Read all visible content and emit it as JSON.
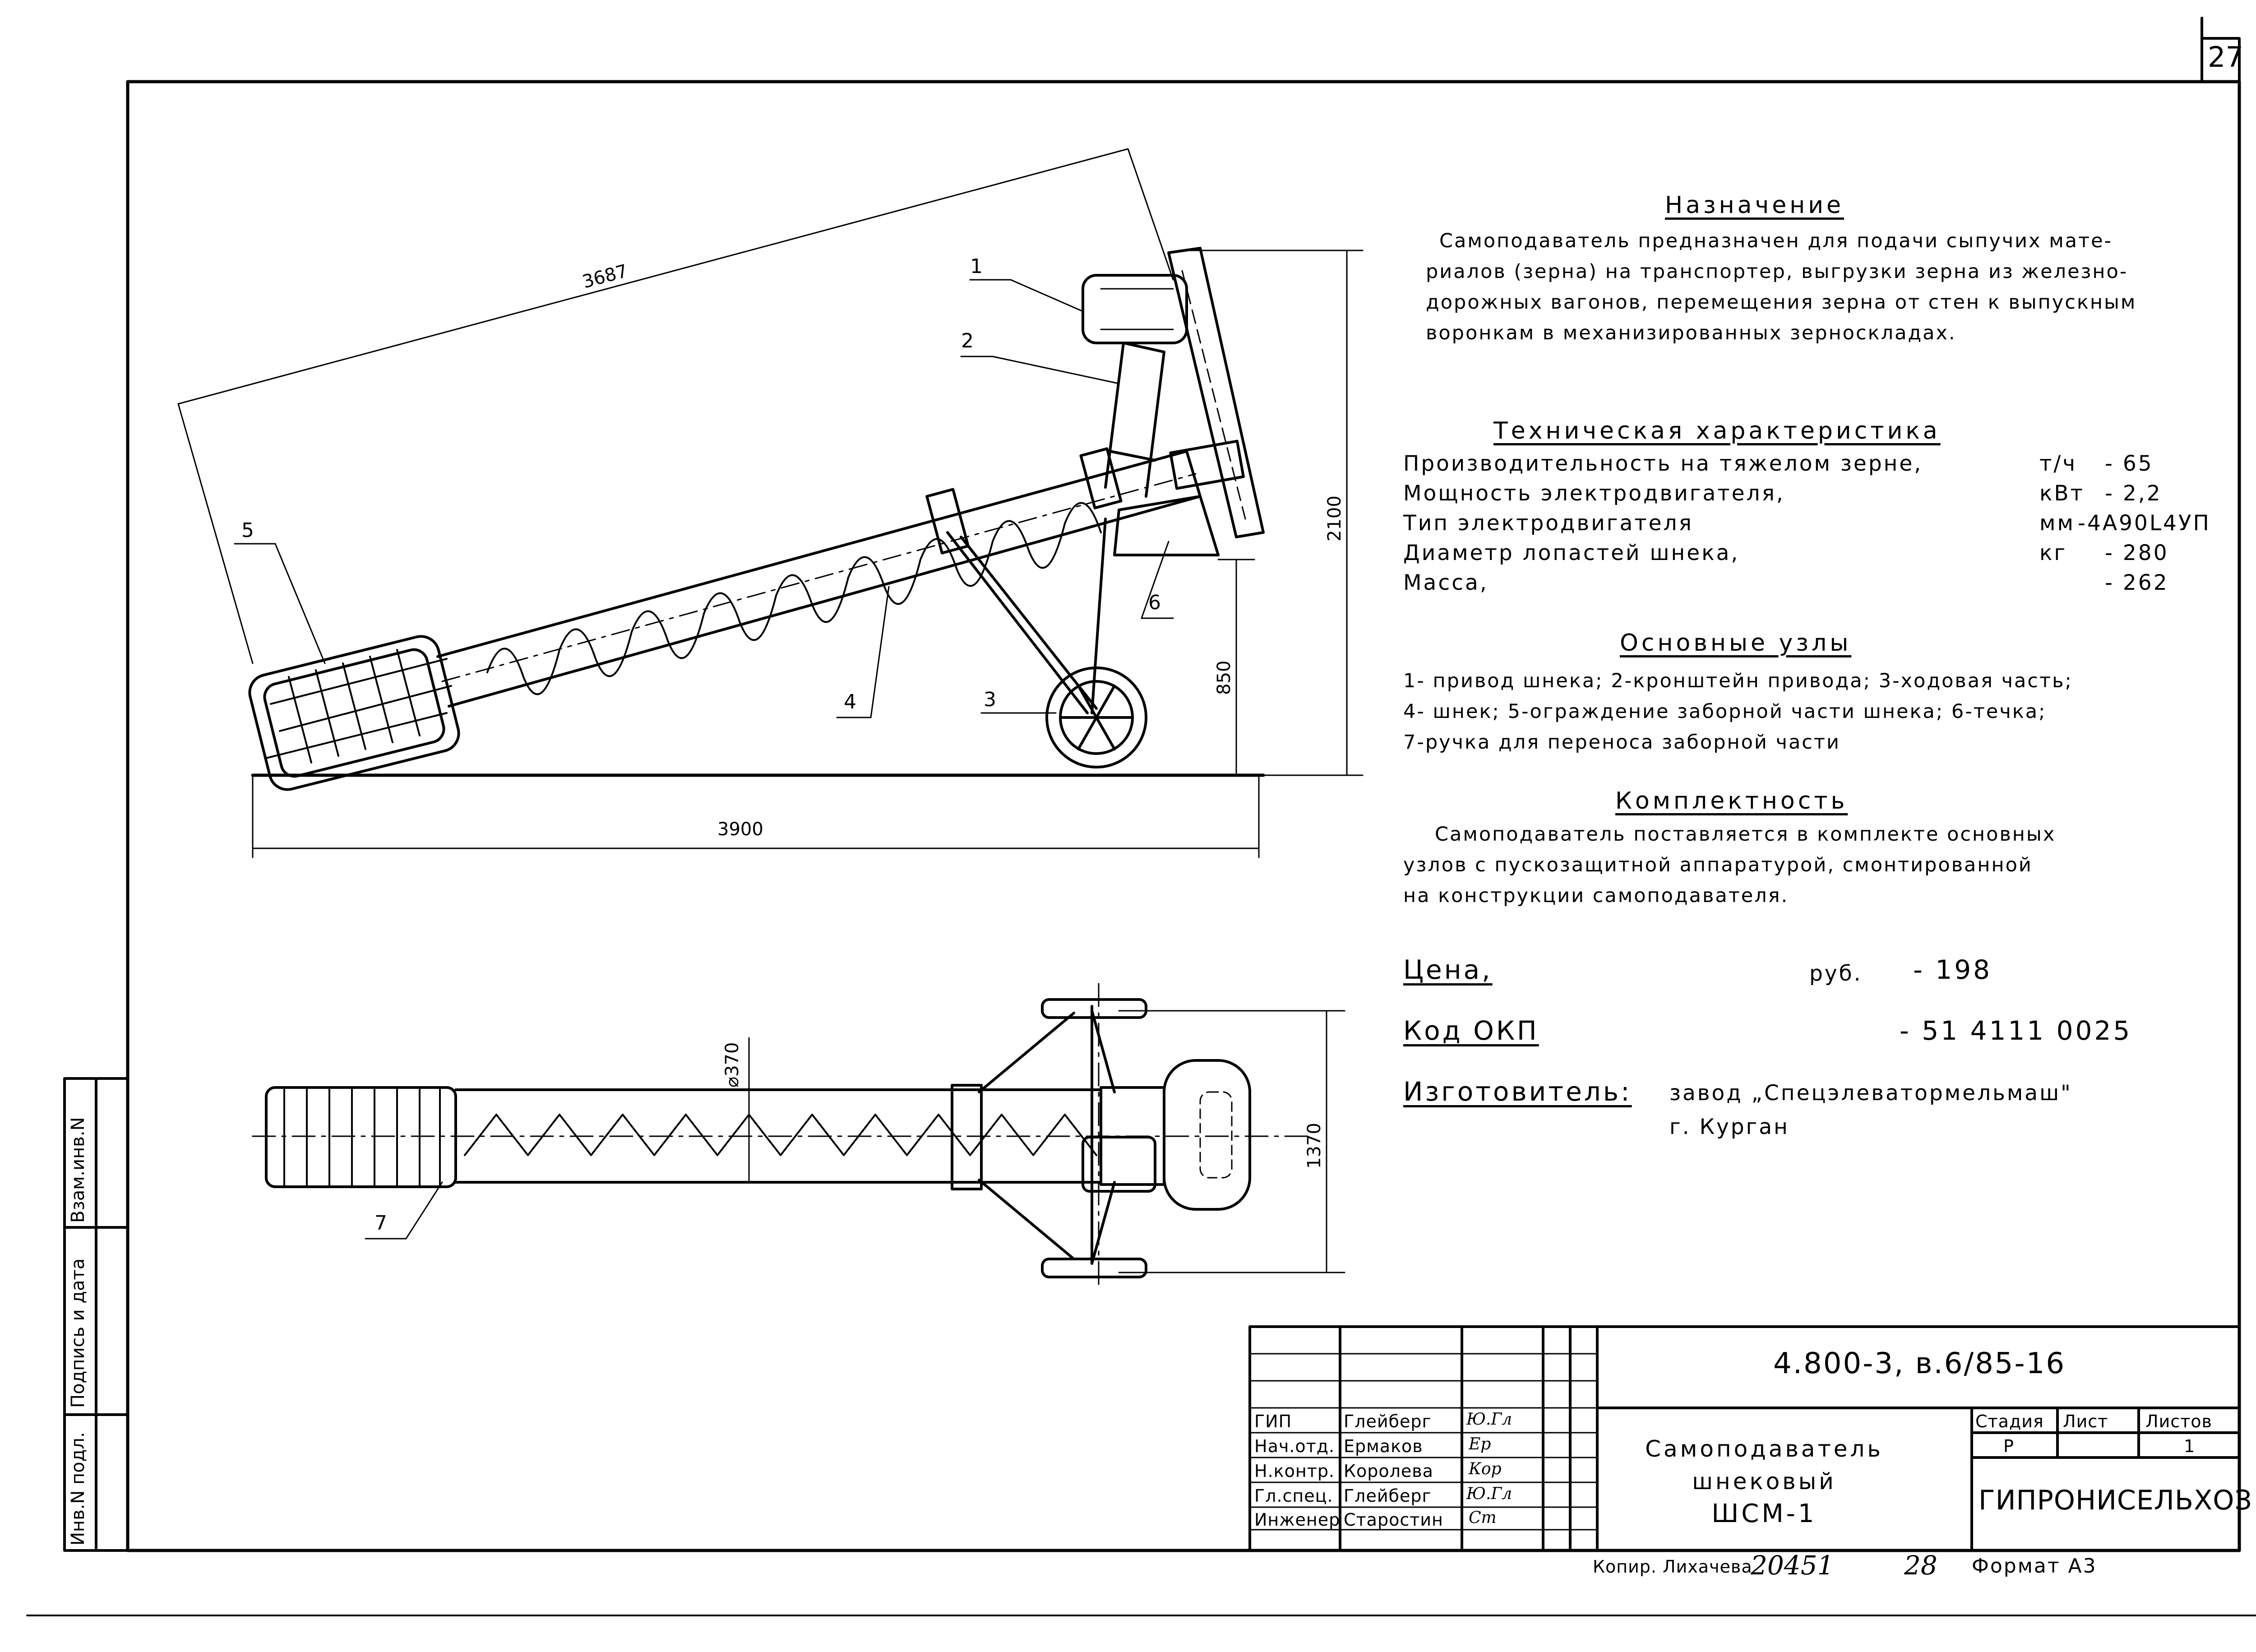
{
  "page_number": "27",
  "purpose": {
    "title": "Назначение",
    "lines": [
      "Самоподаватель предназначен для подачи сыпучих мате-",
      "риалов (зерна) на транспортер, выгрузки зерна из железно-",
      "дорожных вагонов, перемещения зерна от стен к выпускным",
      "воронкам в механизированных зерноскладах."
    ]
  },
  "specs": {
    "title": "Техническая характеристика",
    "rows": [
      {
        "label": "Производительность на тяжелом зерне,",
        "unit": "т/ч",
        "value": "- 65"
      },
      {
        "label": "Мощность электродвигателя,",
        "unit": "кВт",
        "value": "- 2,2"
      },
      {
        "label": "Тип электродвигателя",
        "unit": "",
        "value": "-4А90L4УП"
      },
      {
        "label": "Диаметр лопастей шнека,",
        "unit": "мм",
        "value": "- 280"
      },
      {
        "label": "Масса,",
        "unit": "кг",
        "value": "- 262"
      }
    ]
  },
  "units": {
    "title": "Основные узлы",
    "lines": [
      "1- привод шнека; 2-кронштейн привода; 3-ходовая часть;",
      "4- шнек; 5-ограждение заборной части шнека; 6-течка;",
      "7-ручка для переноса заборной части"
    ]
  },
  "completeness": {
    "title": "Комплектность",
    "lines": [
      "Самоподаватель поставляется в комплекте основных",
      "узлов с пускозащитной аппаратурой, смонтированной",
      "на конструкции самоподавателя."
    ]
  },
  "price": {
    "label": "Цена,",
    "unit": "руб.",
    "value": "- 198"
  },
  "okp": {
    "label": "Код ОКП",
    "value": "- 51 4111 0025"
  },
  "maker": {
    "label": "Изготовитель:",
    "line1": "завод „Спецэлеватормельмаш\"",
    "line2": "г. Курган"
  },
  "side_view": {
    "dims": {
      "length": "3687",
      "height": "2100",
      "wheel_height": "850",
      "base": "3900"
    },
    "callouts": [
      "1",
      "2",
      "3",
      "4",
      "5",
      "6"
    ]
  },
  "top_view": {
    "dims": {
      "diameter": "⌀370",
      "width": "1370"
    },
    "callouts": [
      "7"
    ]
  },
  "left_strip": {
    "cells": [
      "Инв.N подл.",
      "Подпись и дата",
      "Взам.инв.N"
    ]
  },
  "title_block": {
    "doc_code": "4.800-3, в.6/85-16",
    "product_name": [
      "Самоподаватель",
      "шнековый",
      "ШСМ-1"
    ],
    "staff": [
      {
        "role": "ГИП",
        "name": "Глейберг",
        "sign": "Ю.Гл"
      },
      {
        "role": "Нач.отд.",
        "name": "Ермаков",
        "sign": "Ер"
      },
      {
        "role": "Н.контр.",
        "name": "Королева",
        "sign": "Кор"
      },
      {
        "role": "Гл.спец.",
        "name": "Глейберг",
        "sign": "Ю.Гл"
      },
      {
        "role": "Инженер",
        "name": "Старостин",
        "sign": "Ст"
      }
    ],
    "stage_header": [
      "Стадия",
      "Лист",
      "Листов"
    ],
    "stage_values": [
      "Р",
      "",
      "1"
    ],
    "org": "ГИПРОНИСЕЛЬХОЗ"
  },
  "footer": {
    "copier": "Копир. Лихачева",
    "number": "20451",
    "count": "28",
    "format": "Формат А3"
  }
}
